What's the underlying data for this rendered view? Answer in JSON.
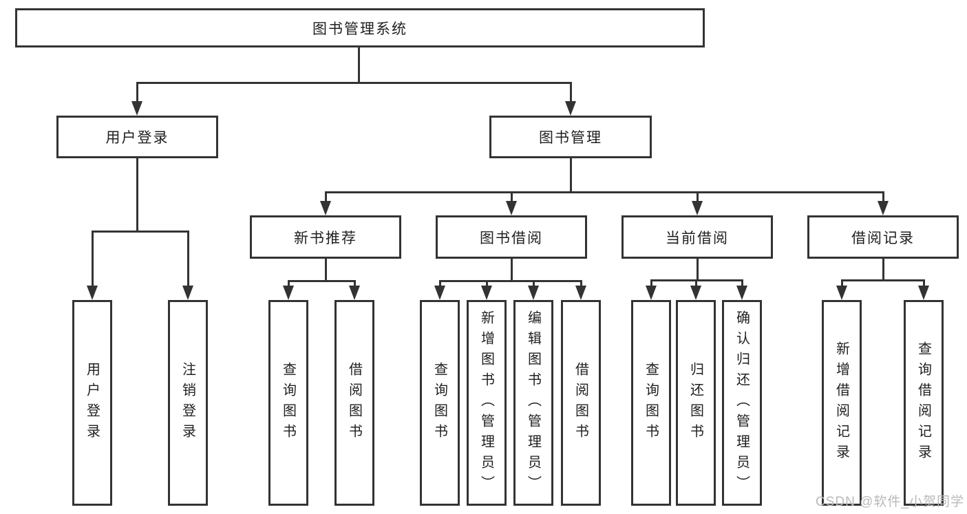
{
  "colors": {
    "line": "#333333",
    "text": "#1f1f1f",
    "watermark": "#b9b9b9",
    "background": "#ffffff"
  },
  "root": {
    "label": "图书管理系统"
  },
  "level2": [
    {
      "label": "用户登录"
    },
    {
      "label": "图书管理"
    }
  ],
  "level3": [
    {
      "label": "新书推荐"
    },
    {
      "label": "图书借阅"
    },
    {
      "label": "当前借阅"
    },
    {
      "label": "借阅记录"
    }
  ],
  "leaves": {
    "login": [
      {
        "label": "用户登录"
      },
      {
        "label": "注销登录"
      }
    ],
    "recommend": [
      {
        "label": "查询图书"
      },
      {
        "label": "借阅图书"
      }
    ],
    "borrow": [
      {
        "label": "查询图书"
      },
      {
        "label": "新增图书（管理员）"
      },
      {
        "label": "编辑图书（管理员）"
      },
      {
        "label": "借阅图书"
      }
    ],
    "current": [
      {
        "label": "查询图书"
      },
      {
        "label": "归还图书"
      },
      {
        "label": "确认归还（管理员）"
      }
    ],
    "records": [
      {
        "label": "新增借阅记录"
      },
      {
        "label": "查询借阅记录"
      }
    ]
  },
  "watermark": "CSDN @软件_小贺同学"
}
